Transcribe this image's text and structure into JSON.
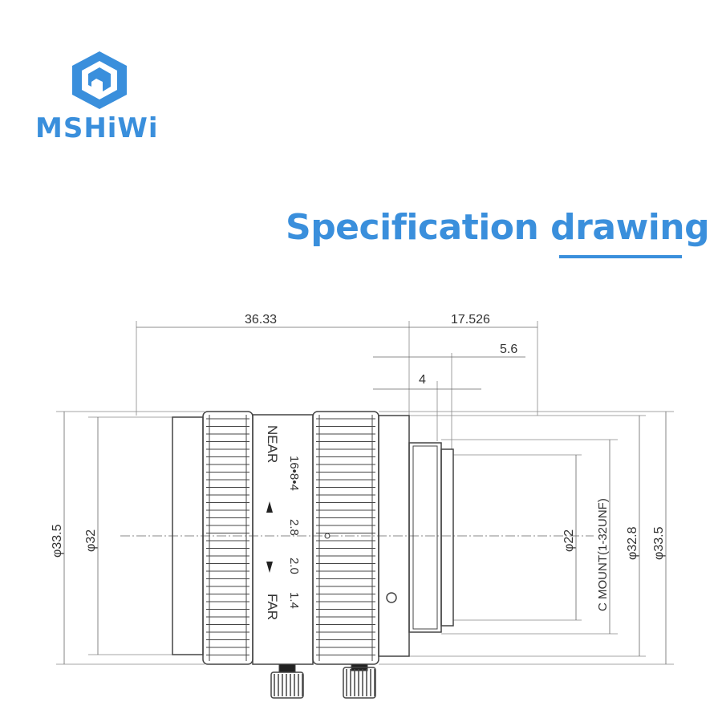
{
  "brand": {
    "name": "MSHiWi",
    "color": "#3a8fdc"
  },
  "heading": {
    "title": "Specification drawing"
  },
  "dimensions": {
    "total_length": "36.33",
    "back_length": "17.526",
    "flange": "5.6",
    "thread": "4",
    "front_dia_outer": "φ33.5",
    "front_dia_inner": "φ32",
    "rear_dia_22": "φ22",
    "mount": "C MOUNT(1-32UNF)",
    "rear_dia_328": "φ32.8",
    "rear_dia_335": "φ33.5"
  },
  "lens_markings": {
    "near": "NEAR",
    "far": "FAR",
    "scale1": "16•8•4",
    "f28": "2.8",
    "f20": "2.0",
    "f14": "1.4"
  }
}
